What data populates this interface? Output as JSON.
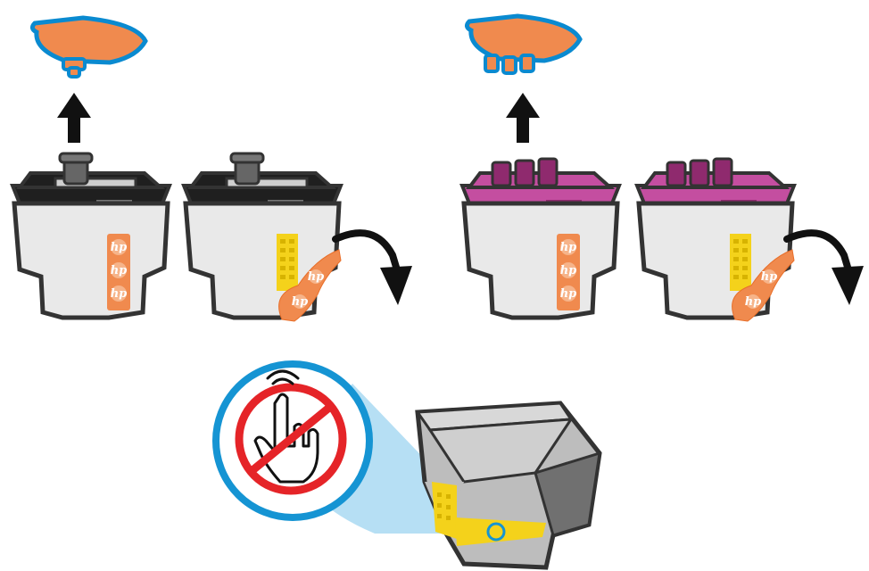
{
  "figure": {
    "kind": "instruction-illustration",
    "subject": "ink cartridge preparation",
    "logo_text": "hp",
    "colors": {
      "outline": "#333333",
      "cartridge_body": "#e9e9e9",
      "black_top": "#1f1f1f",
      "color_top": "#c44ea0",
      "color_nozzle": "#8f2a6e",
      "black_nozzle": "#666666",
      "plug_cap": "#f08a4e",
      "plug_outline": "#0a8ad0",
      "tape": "#f08a4e",
      "contacts": "#f4d21b",
      "arrow": "#111111",
      "no_touch_ring": "#e52428",
      "callout_ring": "#1594d3",
      "callout_cone": "#a9d9f2",
      "grey_cartridge": "#bdbdbd"
    },
    "icons": [
      "remove-plug-up-arrow",
      "peel-tape-curved-arrow",
      "no-touch-icon",
      "finger-icon",
      "magnifier-callout"
    ]
  }
}
